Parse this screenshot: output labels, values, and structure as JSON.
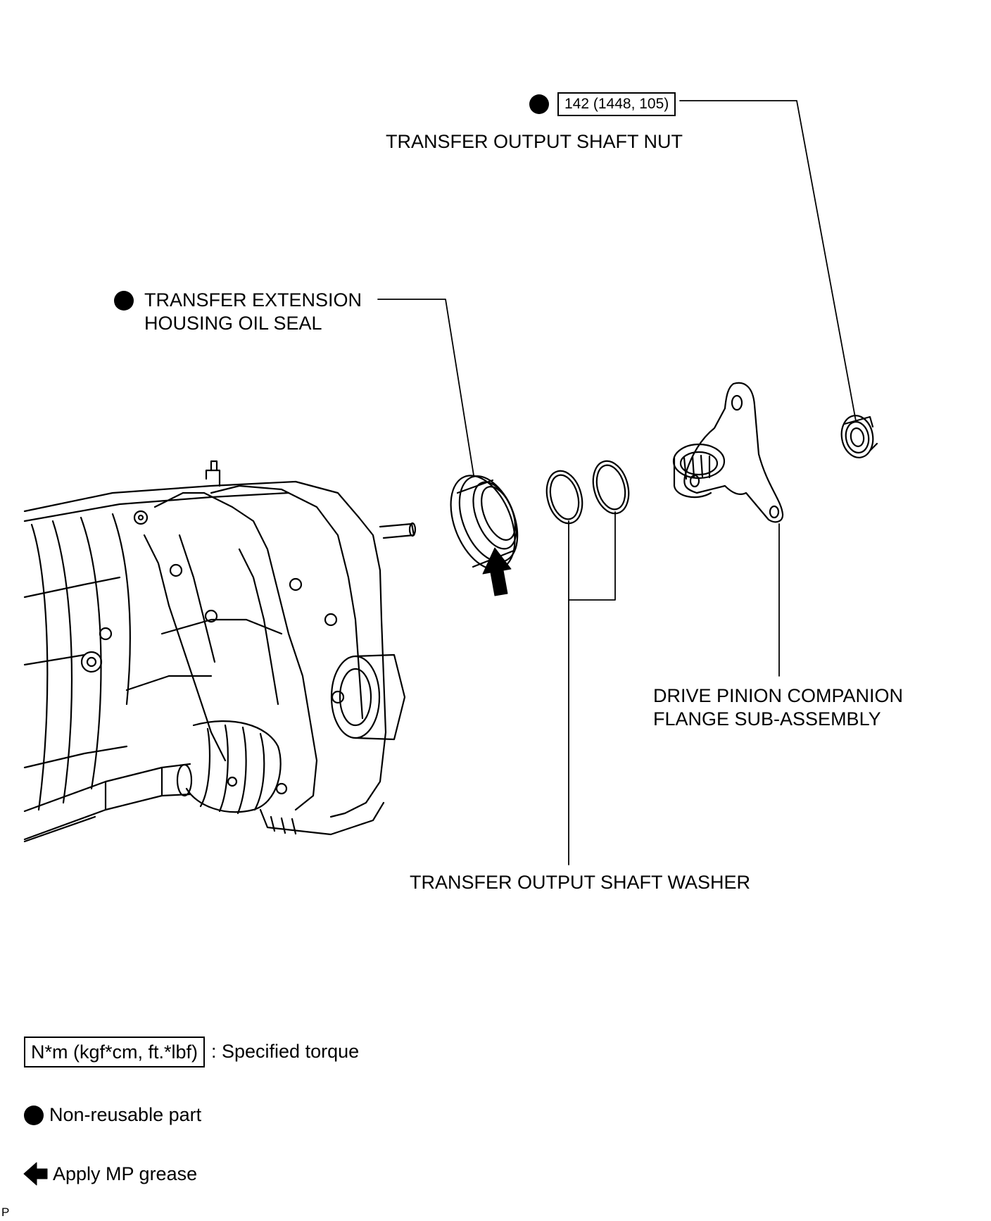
{
  "labels": {
    "nut_torque": "142 (1448, 105)",
    "nut": "TRANSFER OUTPUT SHAFT NUT",
    "oil_seal_line1": "TRANSFER EXTENSION",
    "oil_seal_line2": "HOUSING OIL SEAL",
    "flange_line1": "DRIVE PINION COMPANION",
    "flange_line2": "FLANGE SUB-ASSEMBLY",
    "washer": "TRANSFER OUTPUT SHAFT WASHER"
  },
  "legend": {
    "torque_unit": "N*m (kgf*cm, ft.*lbf)",
    "torque_desc": ": Specified torque",
    "non_reusable": "Non-reusable part",
    "grease": "Apply MP grease"
  },
  "corner_mark": "P",
  "icons": {
    "non_reusable": "filled-circle-icon",
    "grease": "left-arrow-icon"
  },
  "colors": {
    "line": "#000000",
    "background": "#ffffff"
  }
}
